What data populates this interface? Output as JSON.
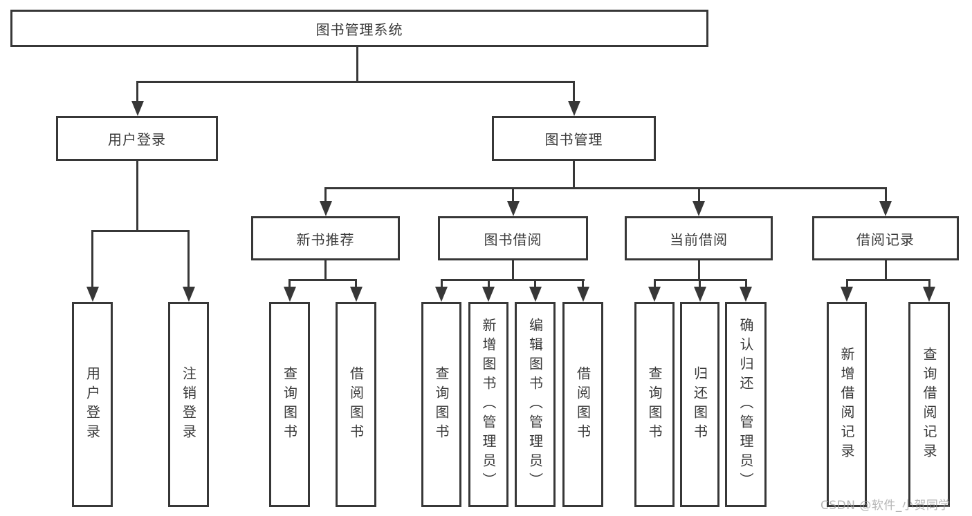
{
  "diagram_title": "图书管理系统",
  "tree": {
    "root": {
      "label": "图书管理系统"
    },
    "branches": [
      {
        "label": "用户登录",
        "children": [
          {
            "label": "用户登录"
          },
          {
            "label": "注销登录"
          }
        ]
      },
      {
        "label": "图书管理",
        "children": [
          {
            "label": "新书推荐",
            "children": [
              {
                "label": "查询图书"
              },
              {
                "label": "借阅图书"
              }
            ]
          },
          {
            "label": "图书借阅",
            "children": [
              {
                "label": "查询图书"
              },
              {
                "label": "新增图书（管理员）"
              },
              {
                "label": "编辑图书（管理员）"
              },
              {
                "label": "借阅图书"
              }
            ]
          },
          {
            "label": "当前借阅",
            "children": [
              {
                "label": "查询图书"
              },
              {
                "label": "归还图书"
              },
              {
                "label": "确认归还（管理员）"
              }
            ]
          },
          {
            "label": "借阅记录",
            "children": [
              {
                "label": "新增借阅记录"
              },
              {
                "label": "查询借阅记录"
              }
            ]
          }
        ]
      }
    ]
  },
  "watermark": {
    "text": "CSDN @软件_小贺同学"
  },
  "colors": {
    "line": "#373737",
    "box_border": "#373737",
    "text": "#3a3a3a",
    "watermark": "#9e9e9e",
    "background": "#ffffff"
  }
}
